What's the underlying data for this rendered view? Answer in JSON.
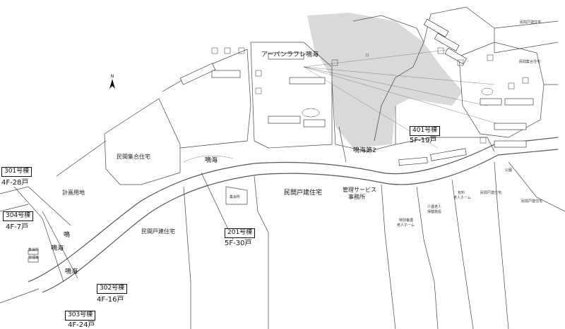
{
  "labels": {
    "apartment_main": "アーバンラフレ鳴海",
    "naruumi": "鳴海",
    "naruumi2": "鳴海第2",
    "private_complex_nw": "民間集合住宅",
    "private_house_c": "民間戸建住宅",
    "private_house_sw": "民間戸建住宅",
    "planned_site": "計画用地",
    "mgmt_service": "管理サービス",
    "mgmt_office": "事務所",
    "naruumi_w1": "鳴",
    "naruumi_w2": "鳴海",
    "naruumi_s": "鳴海",
    "park": "公園",
    "senior_home": "有料",
    "senior_home2": "老人ホーム",
    "care_home": "介護老人",
    "care_home2": "保健施設",
    "special_home": "特別養護",
    "special_home2": "老人ホーム",
    "house_east": "民間戸建住宅",
    "complex_east": "民間集合住宅",
    "private_house_e": "民間戸建住宅",
    "community": "集会所",
    "ne_label": "民間戸建住宅",
    "small_w1": "集会所",
    "small_w2": "管理棟"
  },
  "buildings": [
    {
      "id": "301",
      "label": "301号棟",
      "units": "4F-28戸"
    },
    {
      "id": "304",
      "label": "304号棟",
      "units": "4F-7戸"
    },
    {
      "id": "302",
      "label": "302号棟",
      "units": "4F-16戸"
    },
    {
      "id": "303",
      "label": "303号棟",
      "units": "4F-24戸"
    },
    {
      "id": "201",
      "label": "201号棟",
      "units": "5F-30戸"
    },
    {
      "id": "401",
      "label": "401号棟",
      "units": "5F-19戸"
    }
  ],
  "icons": {
    "north_arrow": "north-arrow-icon"
  },
  "colors": {
    "line": "#333333",
    "road": "#555555",
    "shade": "#d9d9d9",
    "background": "#ffffff"
  }
}
